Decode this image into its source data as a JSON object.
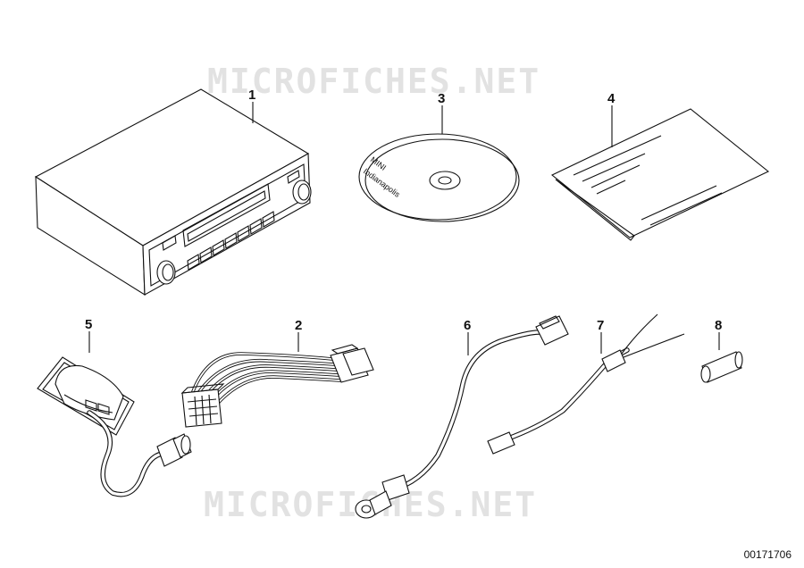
{
  "watermark": {
    "text_top": "MICROFICHES.NET",
    "text_bottom": "MICROFICHES.NET"
  },
  "disc": {
    "line1": "MINI",
    "line2": "Indianapolis"
  },
  "callouts": [
    "1",
    "2",
    "3",
    "4",
    "5",
    "6",
    "7",
    "8"
  ],
  "drawing_code": "00171706"
}
